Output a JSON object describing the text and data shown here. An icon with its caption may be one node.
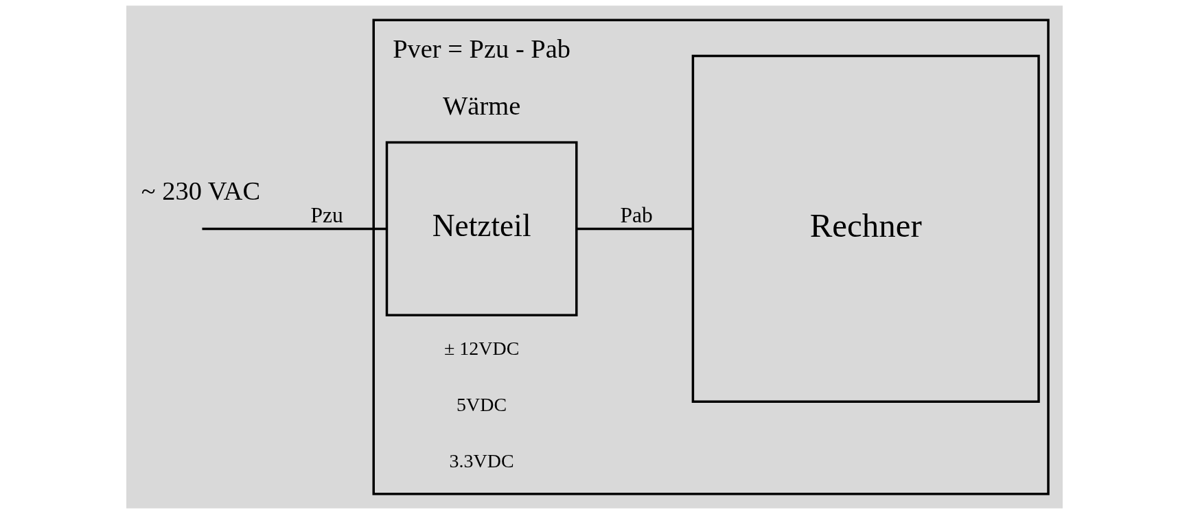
{
  "diagram": {
    "nodes": [
      {
        "text": [],
        "shape": "box"
      },
      {
        "text": [
          "Netzteil"
        ],
        "in": 0
      },
      {
        "text": [
          "Rechner"
        ],
        "in": 0
      }
    ],
    "edges": [
      {
        "from": null,
        "to": 1,
        "arrow": "none",
        "label": "Pzu"
      },
      {
        "from": 1,
        "to": 2,
        "arrow": "none",
        "label": "Pab"
      }
    ],
    "labels": [
      "Pver = Pzu - Pab",
      "Wärme",
      "~ 230 VAC",
      "± 12VDC",
      "5VDC",
      "3.3VDC"
    ]
  }
}
